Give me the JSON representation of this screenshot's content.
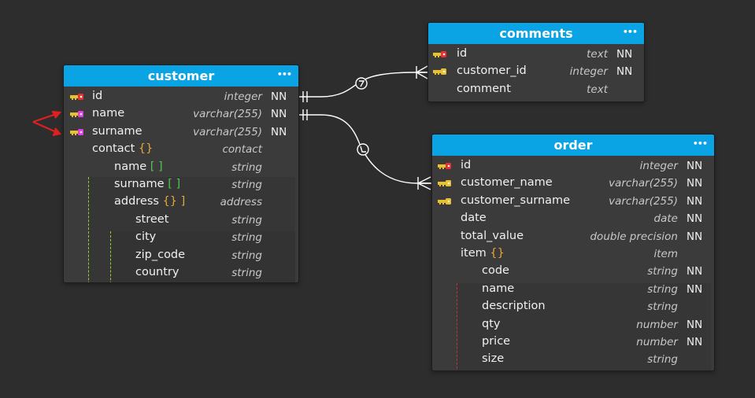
{
  "tables": {
    "customer": {
      "title": "customer",
      "rows": [
        {
          "name": "id",
          "type": "integer",
          "nn": "NN",
          "key": "pk"
        },
        {
          "name": "name",
          "type": "varchar(255)",
          "nn": "NN",
          "key": "uk"
        },
        {
          "name": "surname",
          "type": "varchar(255)",
          "nn": "NN",
          "key": "uk"
        },
        {
          "name": "contact",
          "bracket": "{}",
          "type": "contact",
          "nn": ""
        },
        {
          "name": "name",
          "bracket": "[ ]",
          "type": "string",
          "nn": ""
        },
        {
          "name": "surname",
          "bracket": "[ ]",
          "type": "string",
          "nn": ""
        },
        {
          "name": "address",
          "bracket": "{} ]",
          "type": "address",
          "nn": ""
        },
        {
          "name": "street",
          "type": "string",
          "nn": ""
        },
        {
          "name": "city",
          "type": "string",
          "nn": ""
        },
        {
          "name": "zip_code",
          "type": "string",
          "nn": ""
        },
        {
          "name": "country",
          "type": "string",
          "nn": ""
        }
      ]
    },
    "comments": {
      "title": "comments",
      "rows": [
        {
          "name": "id",
          "type": "text",
          "nn": "NN",
          "key": "pk"
        },
        {
          "name": "customer_id",
          "type": "integer",
          "nn": "NN",
          "key": "fk"
        },
        {
          "name": "comment",
          "type": "text",
          "nn": ""
        }
      ]
    },
    "order": {
      "title": "order",
      "rows": [
        {
          "name": "id",
          "type": "integer",
          "nn": "NN",
          "key": "pk"
        },
        {
          "name": "customer_name",
          "type": "varchar(255)",
          "nn": "NN",
          "key": "fk"
        },
        {
          "name": "customer_surname",
          "type": "varchar(255)",
          "nn": "NN",
          "key": "fk"
        },
        {
          "name": "date",
          "type": "date",
          "nn": "NN"
        },
        {
          "name": "total_value",
          "type": "double precision",
          "nn": "NN"
        },
        {
          "name": "item",
          "bracket": "{}",
          "type": "item",
          "nn": ""
        },
        {
          "name": "code",
          "type": "string",
          "nn": "NN"
        },
        {
          "name": "name",
          "type": "string",
          "nn": "NN"
        },
        {
          "name": "description",
          "type": "string",
          "nn": ""
        },
        {
          "name": "qty",
          "type": "number",
          "nn": "NN"
        },
        {
          "name": "price",
          "type": "number",
          "nn": "NN"
        },
        {
          "name": "size",
          "type": "string",
          "nn": ""
        }
      ]
    }
  },
  "menu_glyph": "•••",
  "colors": {
    "header": "#0aa3e3",
    "background": "#2d2d2d",
    "line": "#ffffff",
    "arrow": "#e02020"
  }
}
